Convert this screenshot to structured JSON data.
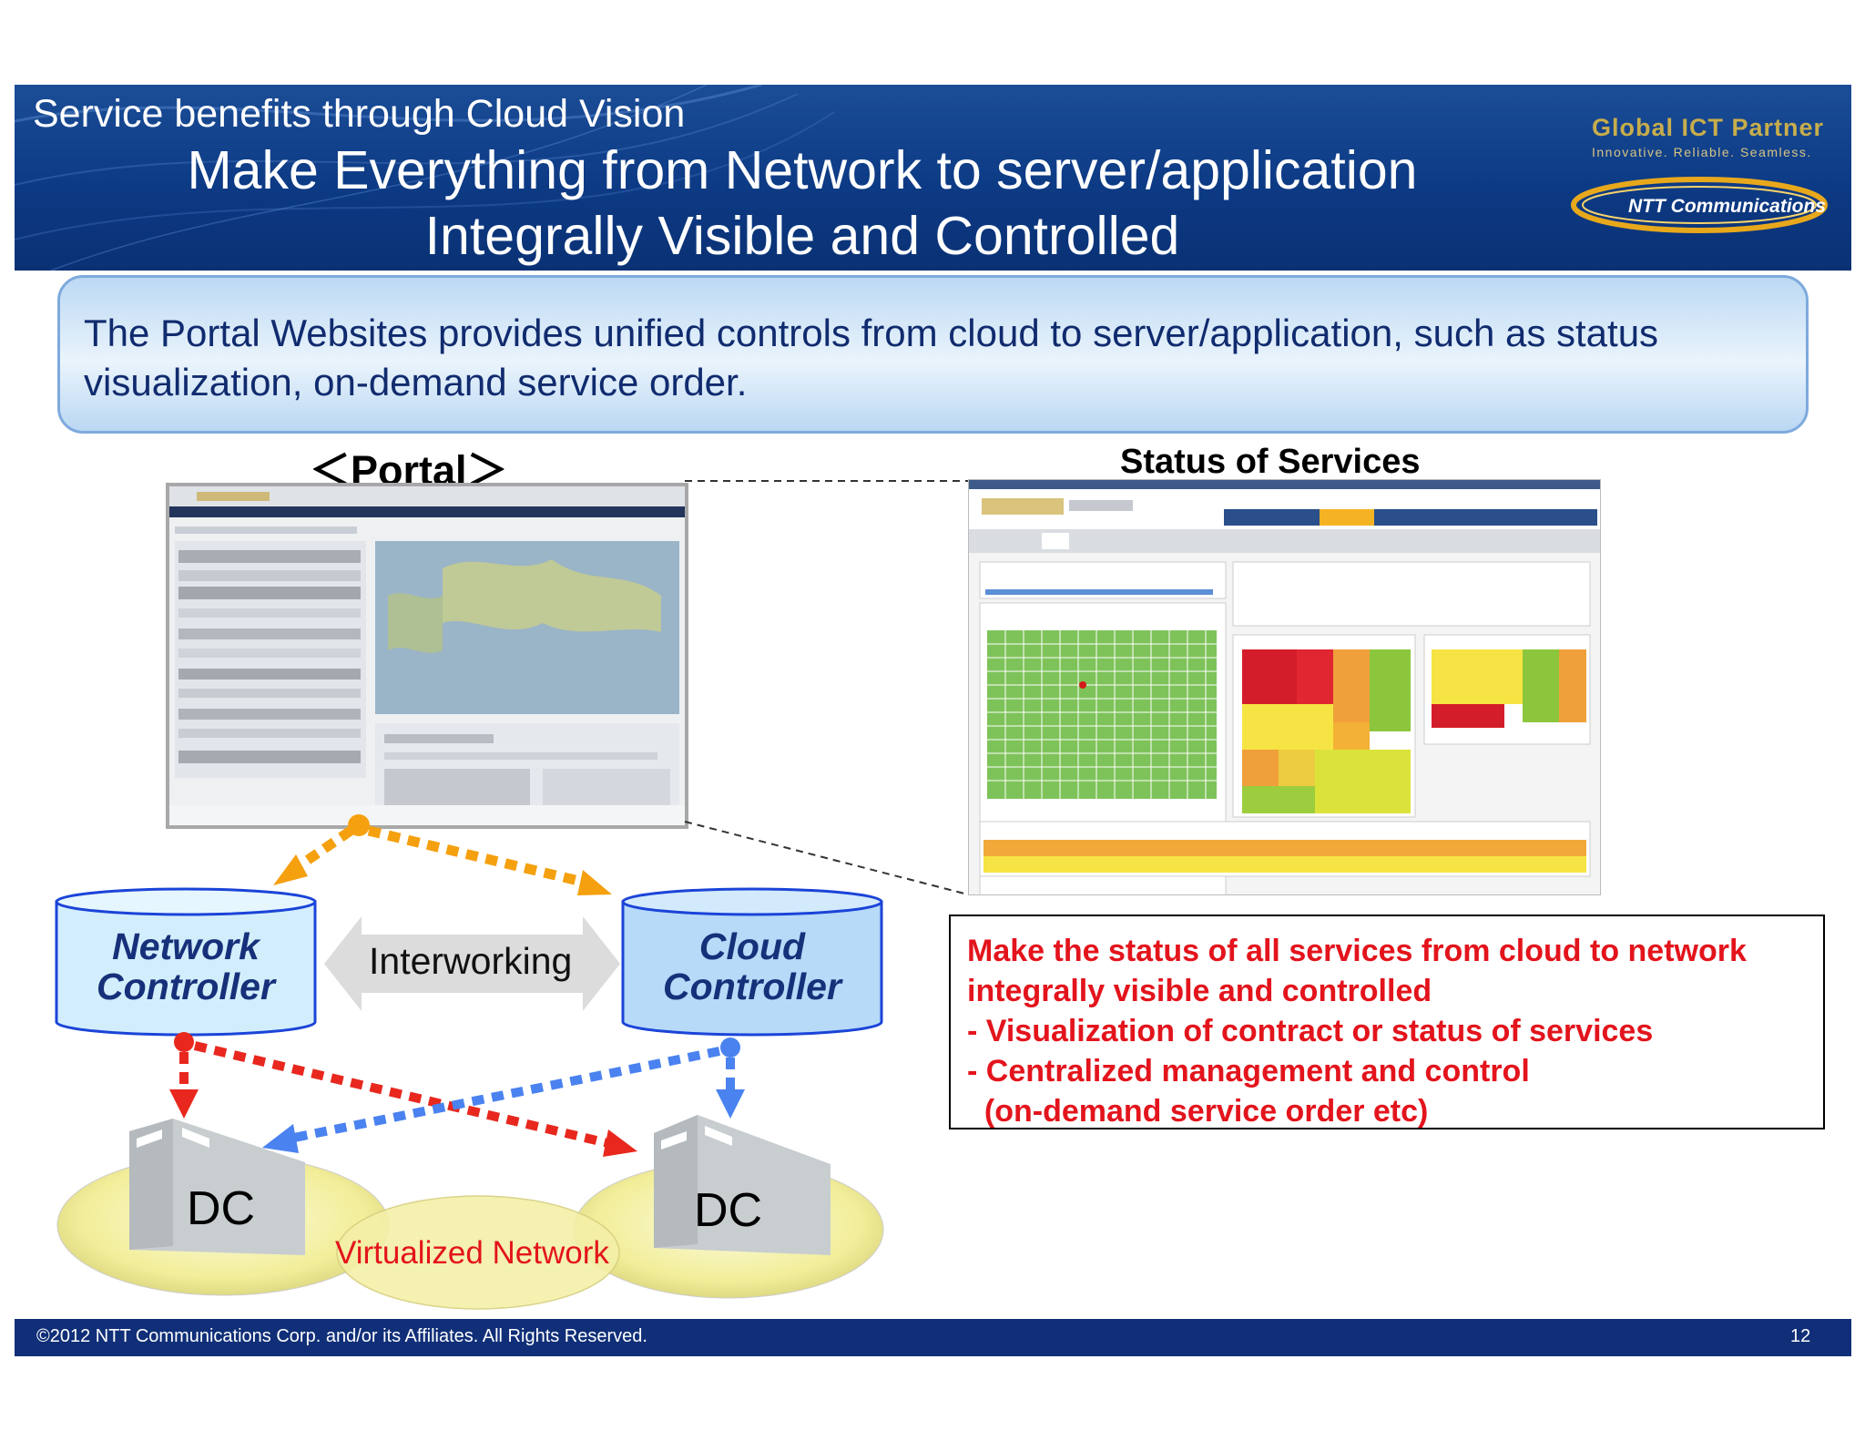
{
  "header": {
    "section_title": "Service benefits through Cloud Vision",
    "title_line1": "Make Everything from Network to server/application",
    "title_line2": "Integrally Visible and Controlled"
  },
  "logo": {
    "tagline": "Global ICT Partner",
    "subtagline": "Innovative. Reliable. Seamless.",
    "brand": "NTT Communications"
  },
  "banner": {
    "text": "The Portal Websites provides unified controls from cloud to server/application, such as status visualization, on-demand service order."
  },
  "labels": {
    "portal": "＜Portal＞",
    "status": "Status of Services",
    "interworking": "Interworking",
    "virtualized_network": "Virtualized Network"
  },
  "controllers": {
    "network": {
      "line1": "Network",
      "line2": "Controller"
    },
    "cloud": {
      "line1": "Cloud",
      "line2": "Controller"
    }
  },
  "datacenters": {
    "left": "DC",
    "right": "DC"
  },
  "description": {
    "lines": [
      "Make the status of all services from cloud to network",
      "integrally visible and controlled",
      "- Visualization of contract or status of services",
      "- Centralized management and control",
      "  (on-demand service order etc)"
    ]
  },
  "footer": {
    "copyright": "©2012  NTT Communications Corp. and/or its Affiliates. All Rights Reserved.",
    "page": "12"
  },
  "colors": {
    "header_blue": "#0d3a84",
    "title_navy": "#102b6e",
    "accent_red": "#e3141c",
    "arrow_orange": "#f5a00f",
    "arrow_blue": "#4a82f0",
    "network_yellow": "#f2ee9a"
  }
}
